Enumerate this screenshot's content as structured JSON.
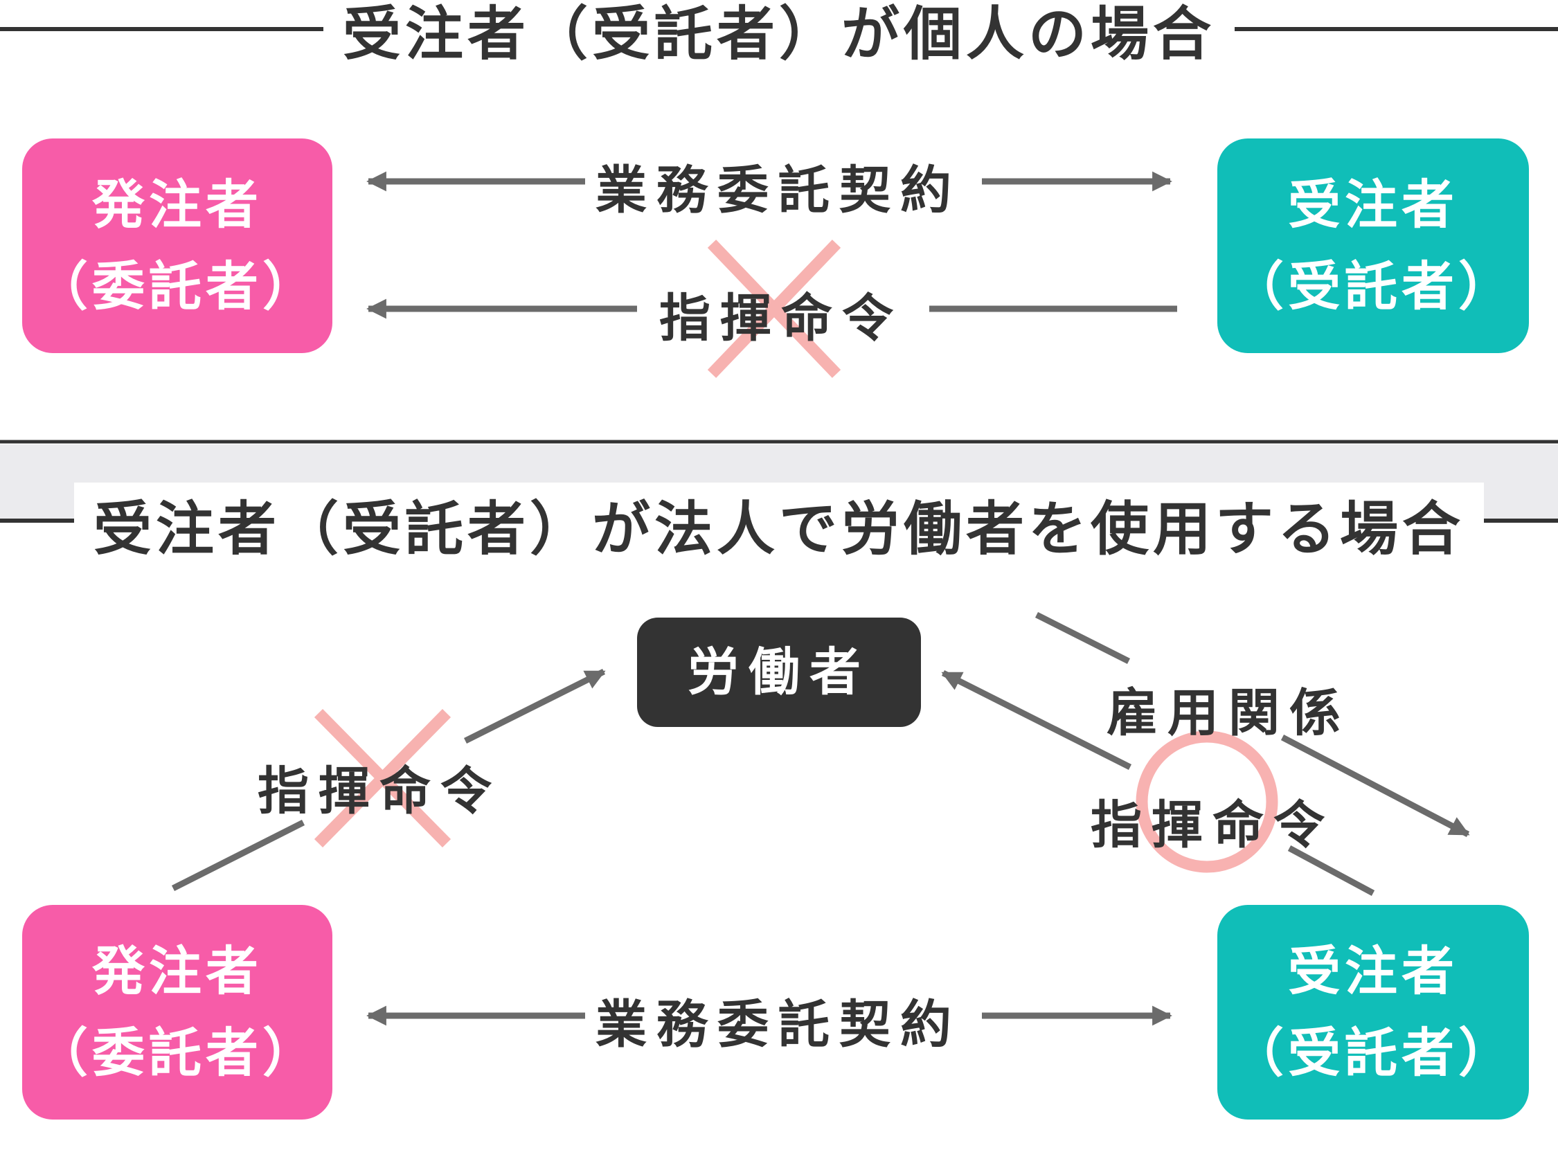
{
  "colors": {
    "client": "#f75ca8",
    "contractor": "#10beb8",
    "worker": "#333333",
    "arrow": "#6b6b6b",
    "prohibited_mark": "#f7aaa8",
    "allowed_mark": "#f7aaa8",
    "section_band": "#ebebee"
  },
  "section1": {
    "title": "受注者（受託者）が個人の場合",
    "client": {
      "line1": "発注者",
      "line2": "（委託者）"
    },
    "contractor": {
      "line1": "受注者",
      "line2": "（受託者）"
    },
    "contract_label": "業務委託契約",
    "command_label": "指揮命令",
    "command_mark": "cross"
  },
  "section2": {
    "title": "受注者（受託者）が法人で労働者を使用する場合",
    "worker": "労働者",
    "client": {
      "line1": "発注者",
      "line2": "（委託者）"
    },
    "contractor": {
      "line1": "受注者",
      "line2": "（受託者）"
    },
    "client_command_label": "指揮命令",
    "client_command_mark": "cross",
    "employment_label": "雇用関係",
    "contractor_command_label": "指揮命令",
    "contractor_command_mark": "circle",
    "contract_label": "業務委託契約"
  }
}
